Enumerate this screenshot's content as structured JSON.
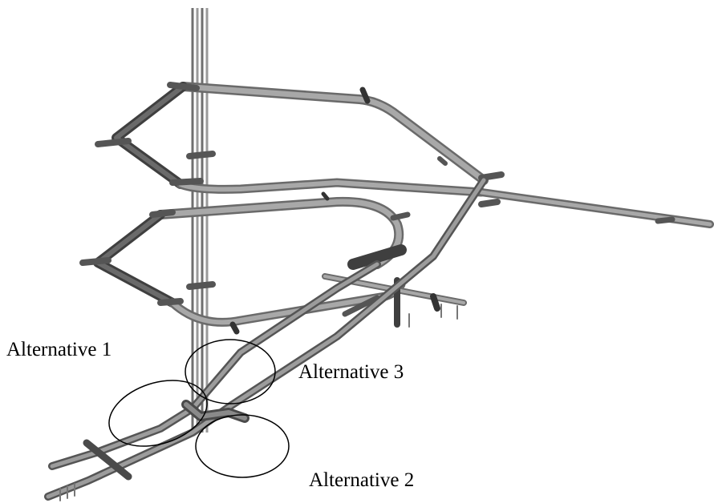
{
  "labels": {
    "alternative_1": "Alternative 1",
    "alternative_2": "Alternative 2",
    "alternative_3": "Alternative 3"
  },
  "colors": {
    "background": "#ffffff",
    "tunnel_dark": "#4a4a4a",
    "tunnel_mid": "#7a7a7a",
    "tunnel_light": "#9c9c9c",
    "outline": "#000000"
  }
}
